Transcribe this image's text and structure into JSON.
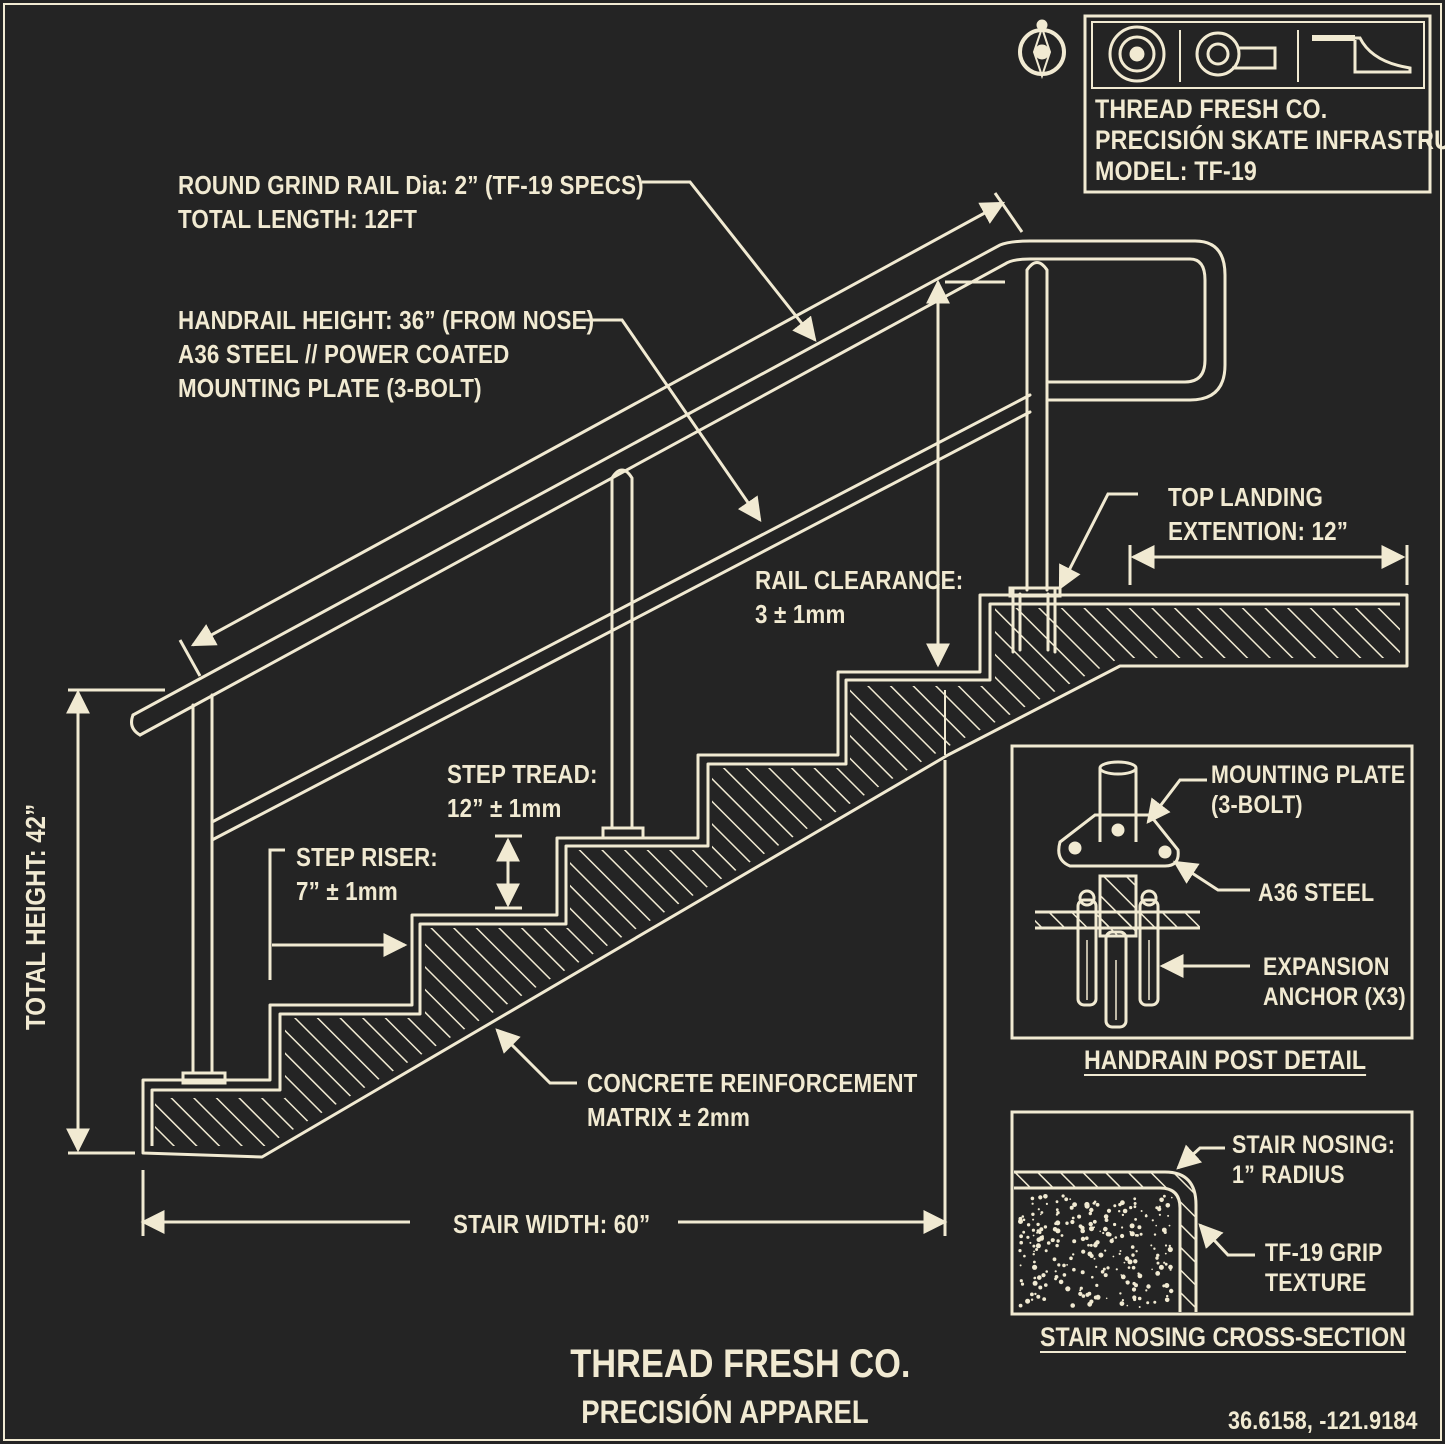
{
  "labels": {
    "grind_rail_1": "ROUND GRIND RAIL Dia: 2” (TF-19 SPECS)",
    "grind_rail_2": "TOTAL LENGTH: 12FT",
    "handrail_1": "HANDRAIL HEIGHT: 36” (FROM NOSE)",
    "handrail_2": "A36 STEEL // POWER COATED",
    "handrail_3": "MOUNTING PLATE (3-BOLT)",
    "top_landing_1": "TOP LANDING",
    "top_landing_2": "EXTENTION: 12”",
    "rail_clearance_1": "RAIL CLEARANCE:",
    "rail_clearance_2": "3 ± 1mm",
    "step_tread_1": "STEP TREAD:",
    "step_tread_2": "12” ± 1mm",
    "step_riser_1": "STEP RISER:",
    "step_riser_2": "7” ± 1mm",
    "total_height": "TOTAL HEIGHT: 42”",
    "concrete_1": "CONCRETE REINFORCEMENT",
    "concrete_2": "MATRIX ± 2mm",
    "stair_width": "STAIR WIDTH: 60”"
  },
  "title_block": {
    "line1": "THREAD FRESH CO.",
    "line2": "PRECISIÓN SKATE INFRASTRUCTURE",
    "line3": "MODEL: TF-19"
  },
  "post_detail": {
    "title": "HANDRAIN POST DETAIL",
    "mounting_1": "MOUNTING PLATE",
    "mounting_2": "(3-BOLT)",
    "steel": "A36 STEEL",
    "anchor_1": "EXPANSION",
    "anchor_2": "ANCHOR (X3)"
  },
  "nosing_detail": {
    "title": "STAIR NOSING CROSS-SECTION",
    "nosing_1": "STAIR NOSING:",
    "nosing_2": "1” RADIUS",
    "grip_1": "TF-19 GRIP",
    "grip_2": "TEXTURE"
  },
  "footer": {
    "brand": "THREAD FRESH CO.",
    "tagline": "PRECISIÓN APPAREL",
    "coords": "36.6158,  -121.9184"
  },
  "icons": [
    "compass-icon",
    "bearing-wheel-icon",
    "skate-wheel-icon",
    "ramp-icon"
  ],
  "colors": {
    "background": "#242424",
    "ink": "#f1ead2"
  }
}
